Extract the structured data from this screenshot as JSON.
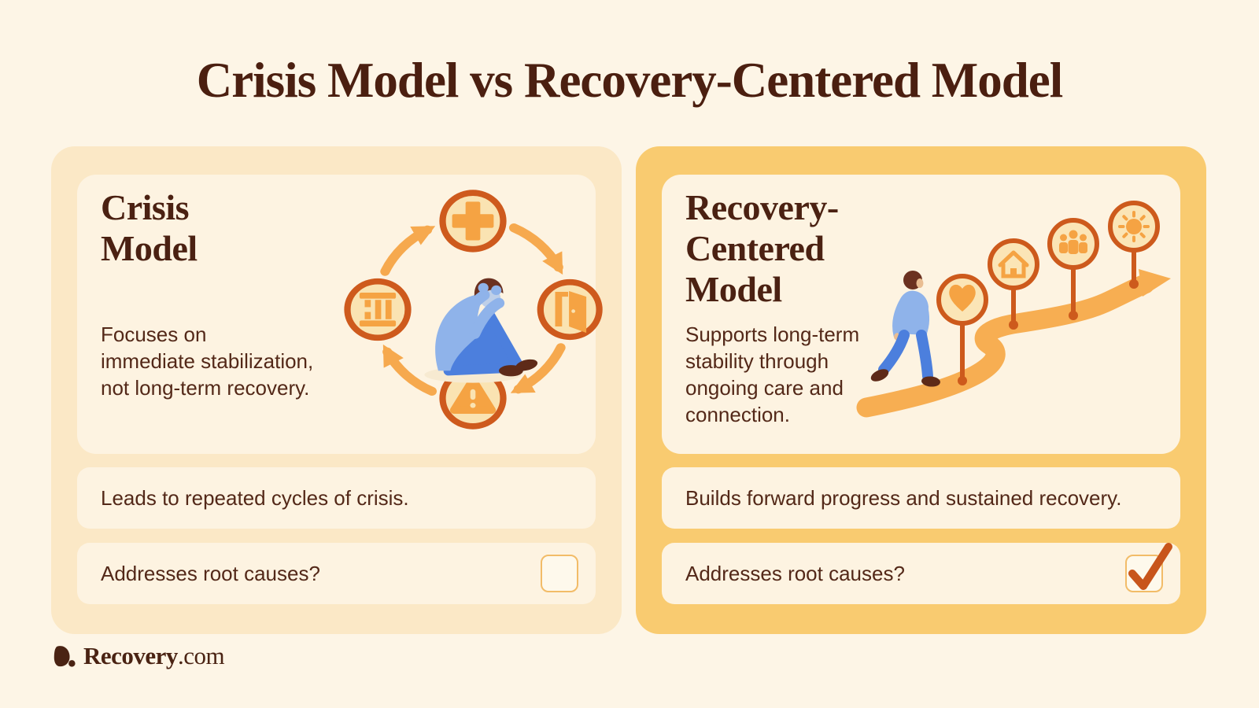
{
  "title": "Crisis Model vs Recovery-Centered Model",
  "colors": {
    "background": "#FDF5E6",
    "panel_left": "#FBE8C6",
    "panel_right": "#F9CB70",
    "card": "#FDF3E1",
    "heading_text": "#4B2112",
    "body_text": "#532818",
    "accent_dark_orange": "#CD5A1C",
    "accent_orange": "#F5A343",
    "path_orange": "#F7AE52",
    "person_blue_light": "#8FB3EA",
    "person_blue_dark": "#4C7FDD"
  },
  "left_panel": {
    "heading_lines": [
      "Crisis",
      "Model"
    ],
    "body_lines": [
      "Focuses on",
      "immediate stabilization,",
      "not long-term recovery."
    ],
    "illustration": {
      "description": "person in distress inside a repeating cycle",
      "cycle_icons": [
        "medical-cross",
        "door",
        "warning-triangle",
        "prison-bars"
      ]
    },
    "row1": "Leads to repeated cycles of crisis.",
    "row2_question": "Addresses root causes?",
    "row2_checked": false
  },
  "right_panel": {
    "heading_lines": [
      "Recovery-",
      "Centered",
      "Model"
    ],
    "body_lines": [
      "Supports long-term",
      "stability through",
      "ongoing care and",
      "connection."
    ],
    "illustration": {
      "description": "person walking a winding path with milestone signs",
      "milestone_icons": [
        "heart",
        "house",
        "people",
        "sun"
      ]
    },
    "row1": "Builds forward progress and sustained recovery.",
    "row2_question": "Addresses root causes?",
    "row2_checked": true
  },
  "footer": {
    "logo_text": "Recovery",
    "logo_suffix": ".com"
  }
}
